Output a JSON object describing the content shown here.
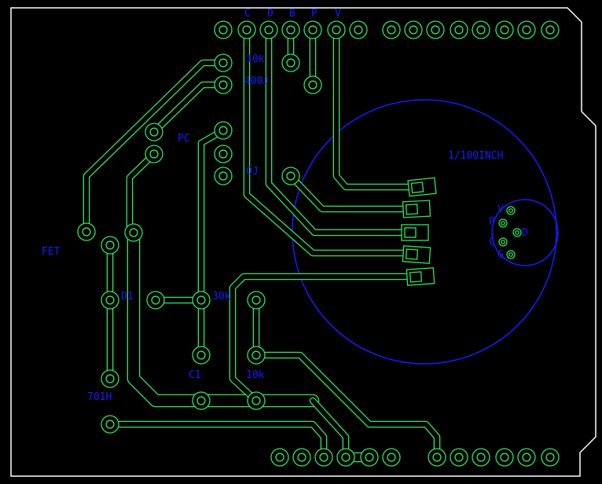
{
  "colors": {
    "background": "#000000",
    "outline": "#ffffff",
    "trace": "#2ee65c",
    "label": "#1a1aff",
    "circle": "#1a1aff"
  },
  "labels": {
    "header_c": "C",
    "header_d": "D",
    "header_b": "B",
    "header_p": "P",
    "header_v": "V",
    "r10k_top": "10k",
    "cap_400j": "400J",
    "pc": "PC",
    "oj": "OJ",
    "fet": "FET",
    "d1": "D1",
    "r30k": "30k",
    "c1": "C1",
    "r10k_bottom": "10k",
    "ic_701h": "701H",
    "scale": "1/100INCH",
    "pin_v": "V",
    "pin_p": "P",
    "pin_d": "D",
    "pin_c": "C",
    "pin_g": "G"
  }
}
